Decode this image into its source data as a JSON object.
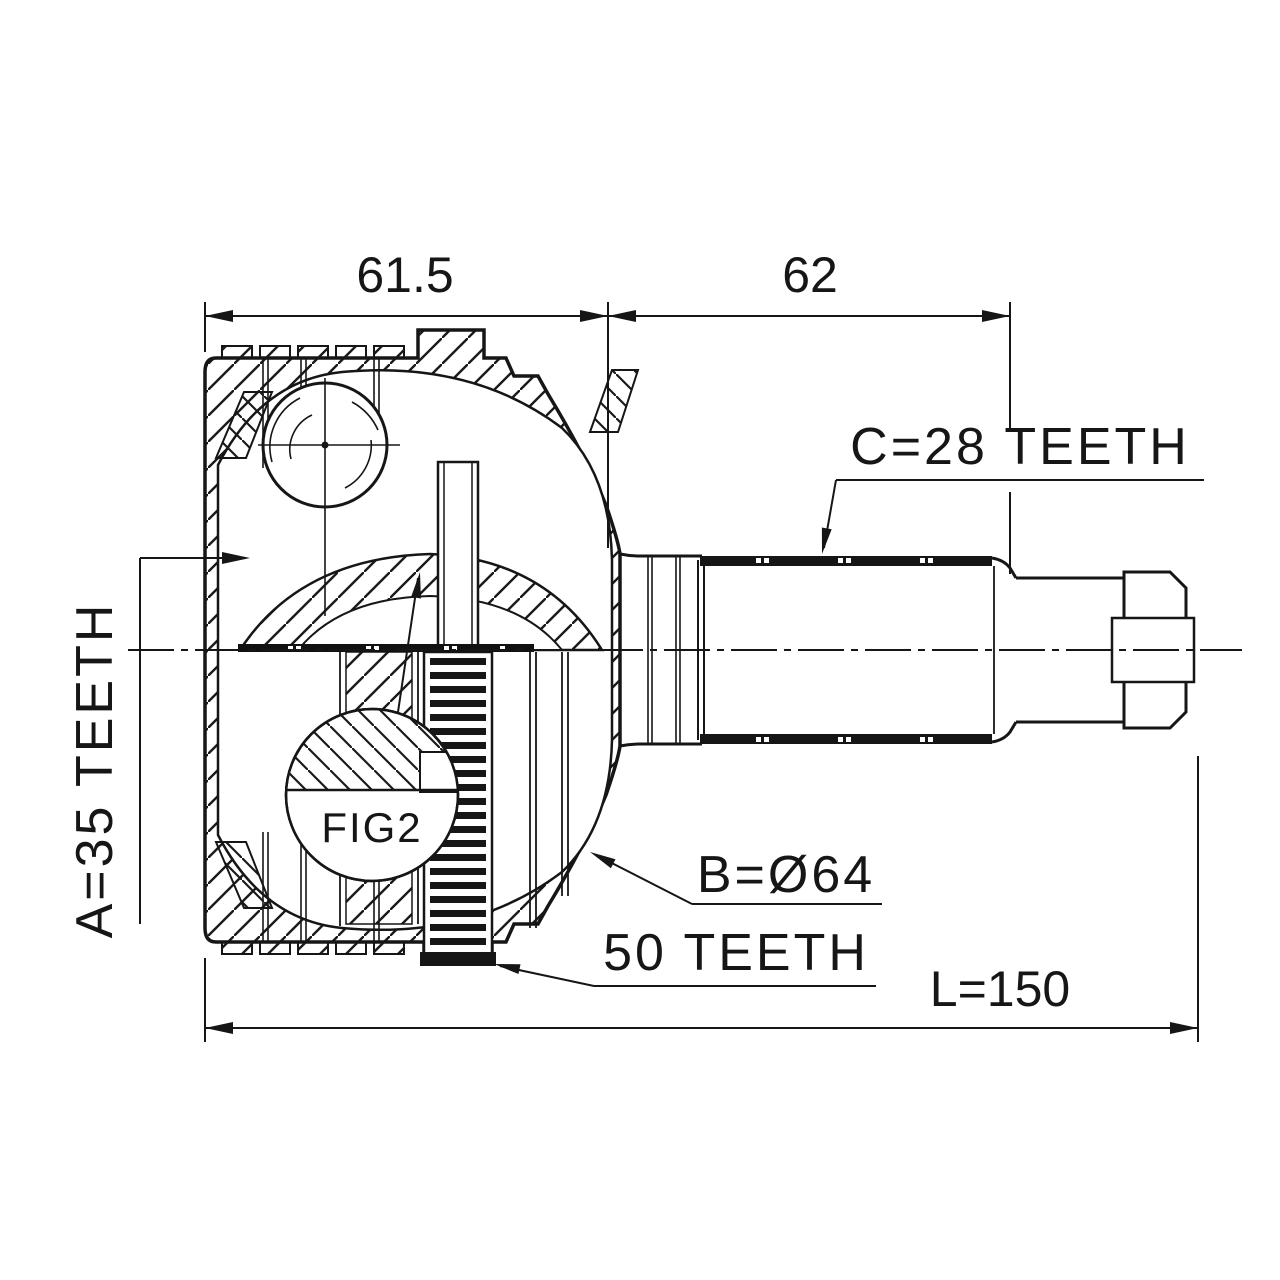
{
  "drawing": {
    "labels": {
      "width_left": "61.5",
      "width_right": "62",
      "outer_spline": "C=28 TEETH",
      "inner_spline": "A=35 TEETH",
      "abs_ring_teeth": "50 TEETH",
      "body_diameter": "B=Ø64",
      "total_length": "L=150",
      "figure_ref": "FIG2"
    },
    "line_color": "#161616",
    "background_color": "#ffffff"
  }
}
